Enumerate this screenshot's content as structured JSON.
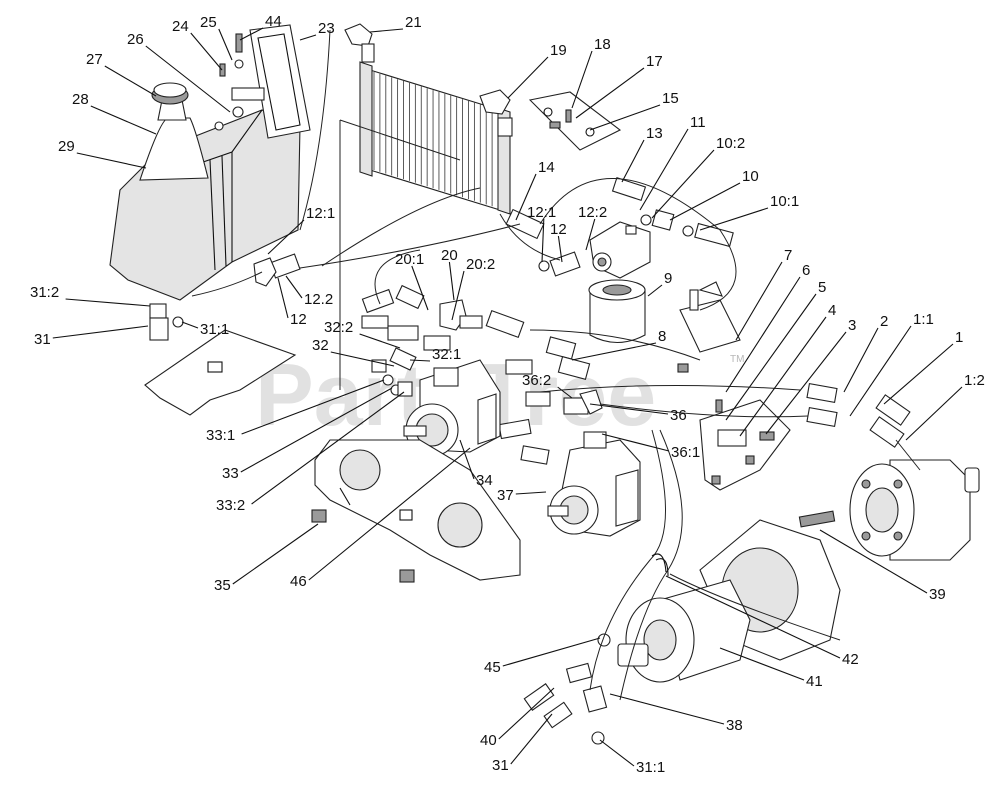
{
  "watermark": {
    "text": "PartsTree",
    "mark": "TM"
  },
  "callouts": [
    {
      "id": "c44",
      "text": "44"
    },
    {
      "id": "c23",
      "text": "23"
    },
    {
      "id": "c21",
      "text": "21"
    },
    {
      "id": "c25",
      "text": "25"
    },
    {
      "id": "c24",
      "text": "24"
    },
    {
      "id": "c26",
      "text": "26"
    },
    {
      "id": "c27",
      "text": "27"
    },
    {
      "id": "c28",
      "text": "28"
    },
    {
      "id": "c29",
      "text": "29"
    },
    {
      "id": "c19",
      "text": "19"
    },
    {
      "id": "c18",
      "text": "18"
    },
    {
      "id": "c17",
      "text": "17"
    },
    {
      "id": "c15",
      "text": "15"
    },
    {
      "id": "c13",
      "text": "13"
    },
    {
      "id": "c11",
      "text": "11"
    },
    {
      "id": "c10_2",
      "text": "10:2"
    },
    {
      "id": "c10",
      "text": "10"
    },
    {
      "id": "c10_1",
      "text": "10:1"
    },
    {
      "id": "c14",
      "text": "14"
    },
    {
      "id": "c12_1a",
      "text": "12:1"
    },
    {
      "id": "c12_1b",
      "text": "12:1"
    },
    {
      "id": "c12_2a",
      "text": "12:2"
    },
    {
      "id": "c12a",
      "text": "12"
    },
    {
      "id": "c12_2b",
      "text": "12.2"
    },
    {
      "id": "c12b",
      "text": "12"
    },
    {
      "id": "c20_1",
      "text": "20:1"
    },
    {
      "id": "c20",
      "text": "20"
    },
    {
      "id": "c20_2",
      "text": "20:2"
    },
    {
      "id": "c9",
      "text": "9"
    },
    {
      "id": "c7",
      "text": "7"
    },
    {
      "id": "c6",
      "text": "6"
    },
    {
      "id": "c5",
      "text": "5"
    },
    {
      "id": "c4",
      "text": "4"
    },
    {
      "id": "c3",
      "text": "3"
    },
    {
      "id": "c2",
      "text": "2"
    },
    {
      "id": "c1_1",
      "text": "1:1"
    },
    {
      "id": "c1",
      "text": "1"
    },
    {
      "id": "c1_2",
      "text": "1:2"
    },
    {
      "id": "c31_2",
      "text": "31:2"
    },
    {
      "id": "c31a",
      "text": "31"
    },
    {
      "id": "c31_1a",
      "text": "31:1"
    },
    {
      "id": "c32_2",
      "text": "32:2"
    },
    {
      "id": "c32",
      "text": "32"
    },
    {
      "id": "c32_1",
      "text": "32:1"
    },
    {
      "id": "c8",
      "text": "8"
    },
    {
      "id": "c36_2",
      "text": "36:2"
    },
    {
      "id": "c36",
      "text": "36"
    },
    {
      "id": "c36_1",
      "text": "36:1"
    },
    {
      "id": "c33_1",
      "text": "33:1"
    },
    {
      "id": "c33",
      "text": "33"
    },
    {
      "id": "c33_2",
      "text": "33:2"
    },
    {
      "id": "c34",
      "text": "34"
    },
    {
      "id": "c37",
      "text": "37"
    },
    {
      "id": "c35",
      "text": "35"
    },
    {
      "id": "c46",
      "text": "46"
    },
    {
      "id": "c39",
      "text": "39"
    },
    {
      "id": "c42",
      "text": "42"
    },
    {
      "id": "c41",
      "text": "41"
    },
    {
      "id": "c45",
      "text": "45"
    },
    {
      "id": "c38",
      "text": "38"
    },
    {
      "id": "c40",
      "text": "40"
    },
    {
      "id": "c31b",
      "text": "31"
    },
    {
      "id": "c31_1b",
      "text": "31:1"
    }
  ]
}
